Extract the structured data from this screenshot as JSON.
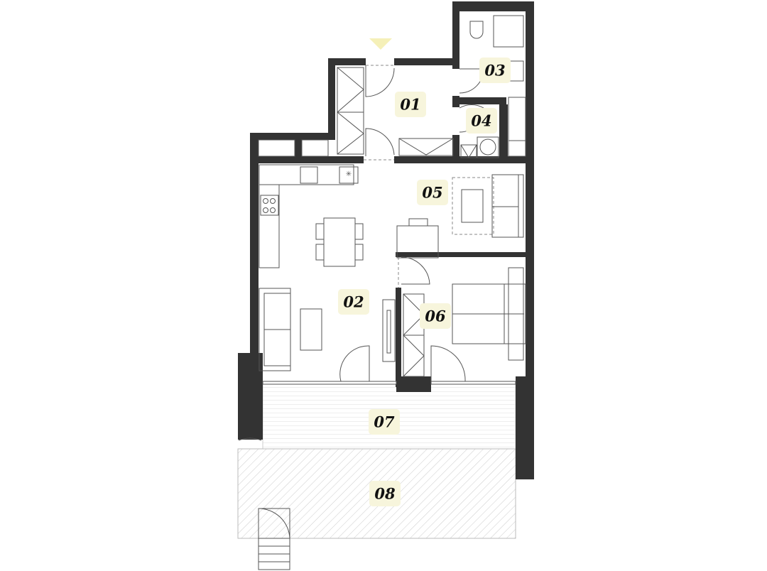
{
  "plan": {
    "rooms": [
      {
        "id": "01",
        "label": "01"
      },
      {
        "id": "02",
        "label": "02"
      },
      {
        "id": "03",
        "label": "03"
      },
      {
        "id": "04",
        "label": "04"
      },
      {
        "id": "05",
        "label": "05"
      },
      {
        "id": "06",
        "label": "06"
      },
      {
        "id": "07",
        "label": "07"
      },
      {
        "id": "08",
        "label": "08"
      }
    ],
    "colors": {
      "wall": "#333333",
      "label_bg": "#f7f5dc",
      "entrance_marker": "#f5f0b8"
    },
    "icons": {
      "entrance": "entrance-triangle-icon"
    }
  }
}
